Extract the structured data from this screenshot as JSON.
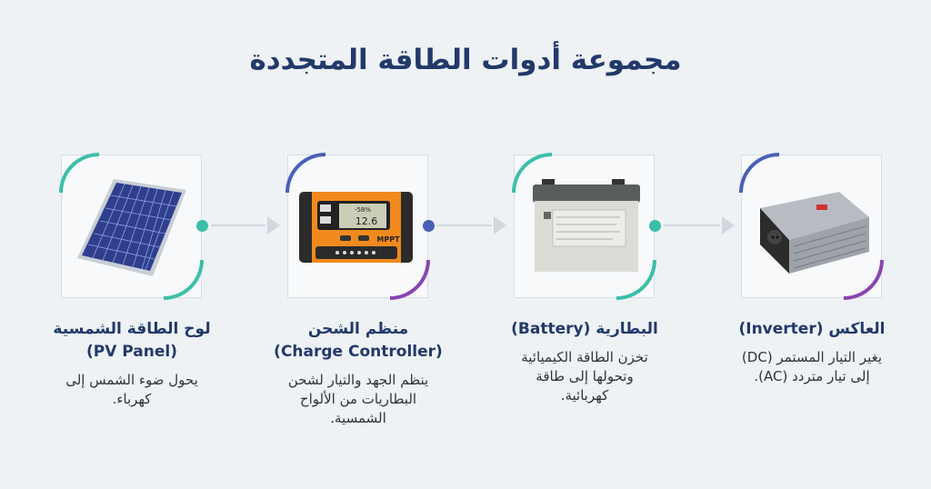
{
  "title": "مجموعة أدوات الطاقة المتجددة",
  "colors": {
    "teal": "#3cbfa8",
    "navy": "#4a5fb8",
    "purple": "#8a44b0",
    "title": "#22396a"
  },
  "components": [
    {
      "heading_ar": "لوح الطاقة الشمسية",
      "heading_en": "(PV Panel)",
      "description": "يحول ضوء الشمس إلى كهرباء.",
      "icon": "solar-panel-icon"
    },
    {
      "heading_ar": "منظم الشحن",
      "heading_en": "(Charge Controller)",
      "description": "ينظم الجهد والتيار لشحن البطاريات من الألواح الشمسية.",
      "icon": "charge-controller-icon",
      "display_top": "-58%",
      "display_main": "12.6",
      "brand": "MPPT"
    },
    {
      "heading_ar": "البطارية (Battery)",
      "heading_en": "",
      "description": "تخزن الطاقة الكيميائية وتحولها إلى طاقة كهربائية.",
      "icon": "battery-icon"
    },
    {
      "heading_ar": "العاكس (Inverter)",
      "heading_en": "",
      "description": "يغير التيار المستمر (DC) إلى تيار متردد (AC).",
      "icon": "inverter-icon"
    }
  ]
}
